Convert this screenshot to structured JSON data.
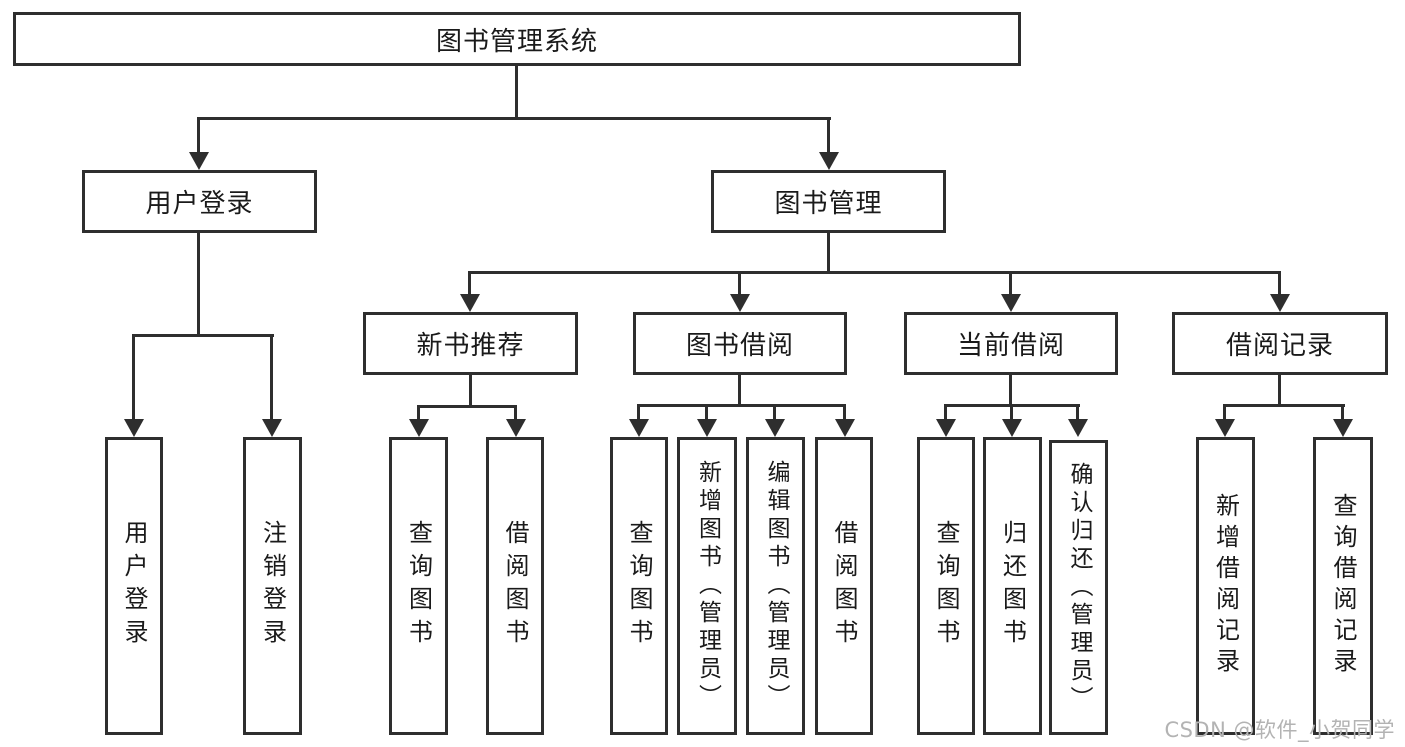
{
  "diagram": {
    "title": "图书管理系统",
    "branches": [
      {
        "label": "用户登录",
        "leaves": [
          "用户登录",
          "注销登录"
        ]
      },
      {
        "label": "图书管理",
        "sections": [
          {
            "label": "新书推荐",
            "leaves": [
              "查询图书",
              "借阅图书"
            ]
          },
          {
            "label": "图书借阅",
            "leaves": [
              "查询图书",
              "新增图书（管理员）",
              "编辑图书（管理员）",
              "借阅图书"
            ]
          },
          {
            "label": "当前借阅",
            "leaves": [
              "查询图书",
              "归还图书",
              "确认归还（管理员）"
            ]
          },
          {
            "label": "借阅记录",
            "leaves": [
              "新增借阅记录",
              "查询借阅记录"
            ]
          }
        ]
      }
    ]
  },
  "watermark": {
    "text": "CSDN @软件_小贺同学"
  },
  "colors": {
    "line": "#2e2e2e",
    "box_fill": "#ffffff",
    "text": "#1a1a1a",
    "watermark": "#b3b3b3",
    "bg": "#ffffff"
  }
}
